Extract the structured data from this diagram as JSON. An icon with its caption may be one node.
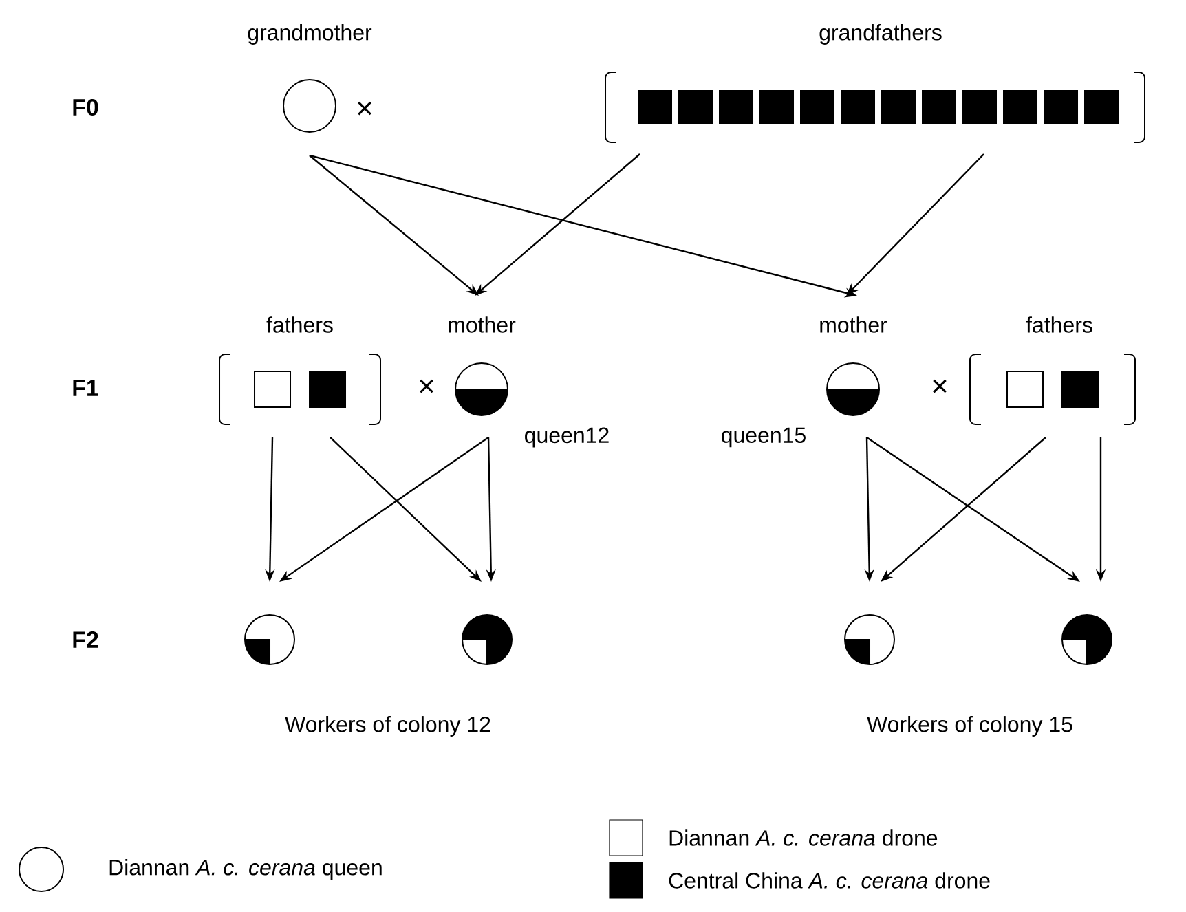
{
  "diagram": {
    "nodes": [
      {
        "text": [
          "grandmother"
        ]
      },
      {
        "text": [
          "grandfathers"
        ]
      },
      {
        "text": [
          "fathers"
        ]
      },
      {
        "text": [
          "mother"
        ],
        "beside": [
          "queen12"
        ]
      },
      {
        "text": [
          "mother"
        ],
        "beside": [
          "queen15"
        ]
      },
      {
        "text": [
          "fathers"
        ]
      },
      {
        "text": [],
        "shape": "circle"
      },
      {
        "text": [],
        "shape": "circle"
      },
      {
        "text": [],
        "shape": "circle"
      },
      {
        "text": [],
        "shape": "circle"
      }
    ],
    "edges": [
      {
        "from": 0,
        "to": 3,
        "arrow": "to"
      },
      {
        "from": 0,
        "to": 4,
        "arrow": "to"
      },
      {
        "from": 1,
        "to": 3,
        "arrow": "to"
      },
      {
        "from": 1,
        "to": 4,
        "arrow": "to"
      },
      {
        "from": 2,
        "to": 6,
        "arrow": "to"
      },
      {
        "from": 2,
        "to": 7,
        "arrow": "to"
      },
      {
        "from": 3,
        "to": 6,
        "arrow": "to"
      },
      {
        "from": 3,
        "to": 7,
        "arrow": "to"
      },
      {
        "from": 4,
        "to": 8,
        "arrow": "to"
      },
      {
        "from": 4,
        "to": 9,
        "arrow": "to"
      },
      {
        "from": 5,
        "to": 8,
        "arrow": "to"
      },
      {
        "from": 5,
        "to": 9,
        "arrow": "to"
      }
    ],
    "labels": [
      "F0",
      "×",
      "F1",
      "×",
      "×",
      "F2",
      "Workers of colony 12",
      "Workers of colony 15"
    ],
    "legend": [
      {
        "text": "Diannan *A. c. cerana* queen"
      },
      {
        "text": "Diannan *A. c. cerana* drone"
      },
      {
        "text": "Central China *A. c. cerana* drone",
        "color": "#000000"
      }
    ]
  }
}
